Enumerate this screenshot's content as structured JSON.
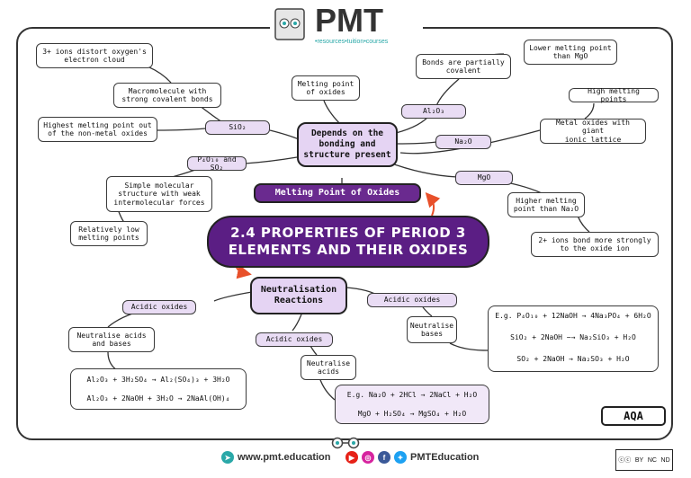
{
  "header": {
    "brand": "PMT",
    "tagline": "•resources•tuition•courses"
  },
  "central": {
    "line1": "2.4 PROPERTIES OF PERIOD 3",
    "line2": "ELEMENTS AND THEIR OXIDES"
  },
  "melting": {
    "title": "Melting Point of Oxides",
    "hub": [
      "Depends on the",
      "bonding and",
      "structure present"
    ],
    "melting_point_of_oxides": [
      "Melting point",
      "of oxides"
    ],
    "sio2": "SiO₂",
    "sio2_macro": [
      "Macromolecule with",
      "strong covalent bonds"
    ],
    "sio2_distort": [
      "3+ ions distort oxygen's",
      "electron cloud"
    ],
    "sio2_highest": [
      "Highest melting point out",
      "of the non-metal oxides"
    ],
    "p4o10": "P₄O₁₀ and SO₂",
    "p4o10_simple": [
      "Simple molecular",
      "structure with weak",
      "intermolecular forces"
    ],
    "p4o10_low": [
      "Relatively low",
      "melting points"
    ],
    "al2o3": "Al₂O₃",
    "al2o3_partial": [
      "Bonds are partially",
      "covalent"
    ],
    "al2o3_lower": [
      "Lower melting point",
      "than MgO"
    ],
    "na2o": "Na₂O",
    "metal_lattice": [
      "Metal oxides with giant",
      "ionic lattice"
    ],
    "high_mp": "High melting points",
    "mgo": "MgO",
    "mgo_higher": [
      "Higher melting",
      "point than Na₂O"
    ],
    "mgo_2plus": [
      "2+ ions bond more strongly",
      "to the oxide ion"
    ]
  },
  "neutral": {
    "title": [
      "Neutralisation",
      "Reactions"
    ],
    "acidic_left": "Acidic oxides",
    "neutralise_both": [
      "Neutralise acids",
      "and bases"
    ],
    "eq_left": [
      "Al₂O₃ + 3H₂SO₄ → Al₂(SO₄)₃ + 3H₂O",
      "Al₂O₃ + 2NaOH + 3H₂O → 2NaAl(OH)₄"
    ],
    "acidic_mid": "Acidic oxides",
    "neutralise_acids": [
      "Neutralise",
      "acids"
    ],
    "eq_mid": [
      "E.g. Na₂O + 2HCl → 2NaCl + H₂O",
      "MgO + H₂SO₄ → MgSO₄ + H₂O"
    ],
    "acidic_right": "Acidic oxides",
    "neutralise_bases": [
      "Neutralise",
      "bases"
    ],
    "eq_right": [
      "E.g. P₄O₁₀ + 12NaOH → 4Na₃PO₄ + 6H₂O",
      "SiO₂ + 2NaOH −→ Na₂SiO₃ + H₂O",
      "SO₂ + 2NaOH → Na₂SO₃ + H₂O"
    ]
  },
  "board": "AQA",
  "footer": {
    "website": "www.pmt.education",
    "social": "PMTEducation"
  },
  "license": [
    "BY",
    "NC",
    "ND"
  ],
  "colors": {
    "accent": "#5b1e84",
    "node_fill": "#e9dcf4",
    "arrow": "#e8502a"
  }
}
